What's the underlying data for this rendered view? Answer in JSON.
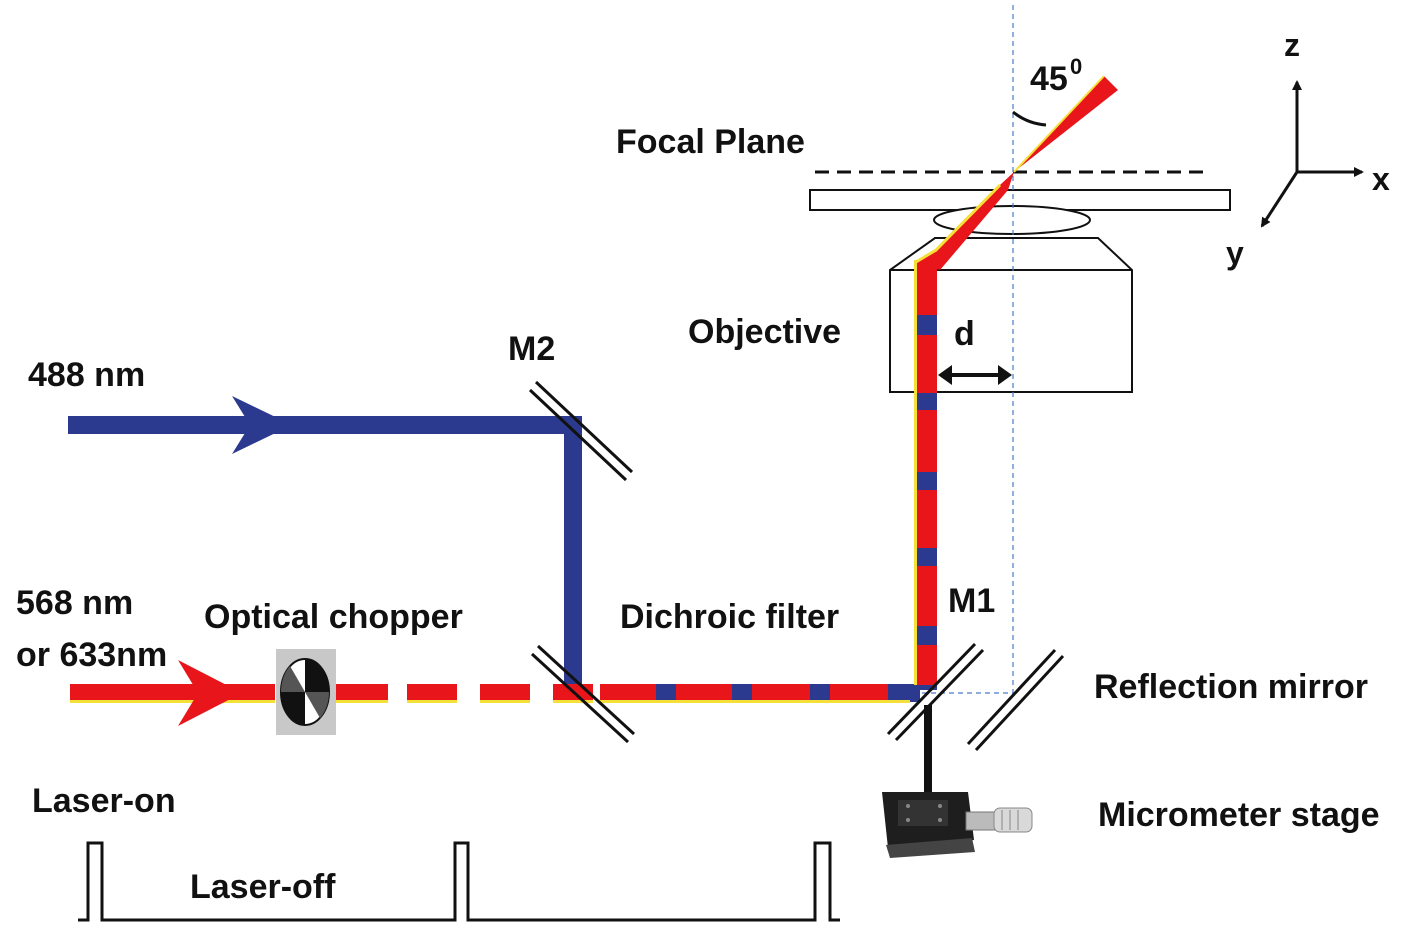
{
  "labels": {
    "laser_488": "488 nm",
    "laser_568_line1": "568 nm",
    "laser_568_line2": "or 633nm",
    "optical_chopper": "Optical chopper",
    "mirror_m2": "M2",
    "mirror_m1": "M1",
    "dichroic_filter": "Dichroic filter",
    "reflection_mirror": "Reflection mirror",
    "micrometer_stage": "Micrometer stage",
    "objective": "Objective",
    "displacement_d": "d",
    "focal_plane": "Focal Plane",
    "angle_value": "45",
    "angle_degree": "0",
    "axis_z": "z",
    "axis_x": "x",
    "axis_y": "y",
    "laser_on": "Laser-on",
    "laser_off": "Laser-off"
  },
  "colors": {
    "beam_blue": "#2b3a8f",
    "beam_red": "#e8151b",
    "beam_yellow": "#f5e03a",
    "outline": "#111111",
    "chopper_bg": "#c8c8c8"
  },
  "pulse_train": {
    "pulse_count": 3,
    "states": [
      "Laser-on",
      "Laser-off"
    ]
  }
}
